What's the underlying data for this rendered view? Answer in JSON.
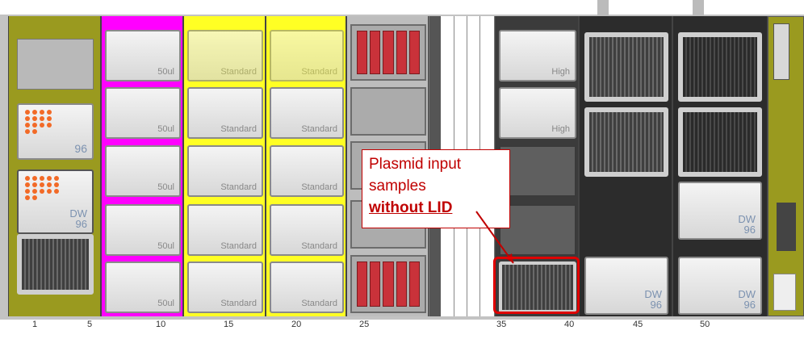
{
  "deck": {
    "position_labels": [
      "1",
      "5",
      "10",
      "15",
      "20",
      "25",
      "35",
      "40",
      "45",
      "50"
    ]
  },
  "carriers": {
    "c1": {
      "labels": [
        "96",
        "DW\n96"
      ]
    },
    "c2": {
      "tile_label": "50ul"
    },
    "c3": {
      "tile_label": "Standard"
    },
    "c4": {
      "tile_label": "Standard"
    },
    "c6": {
      "tile_label": "High"
    },
    "c7": {
      "dw_label": "DW\n96"
    },
    "c8": {
      "dw_label": "DW\n96"
    }
  },
  "callout": {
    "line1": "Plasmid input",
    "line2": "samples",
    "line3": "without LID"
  },
  "colors": {
    "olive_carrier": "#9a9a1f",
    "magenta_carrier": "#ff00ff",
    "yellow_carrier": "#ffff24",
    "dark_carrier": "#2c2c2c",
    "accent_red": "#c00000",
    "dot_blue": "#7fa4c2",
    "dot_orange": "#f26a27"
  }
}
